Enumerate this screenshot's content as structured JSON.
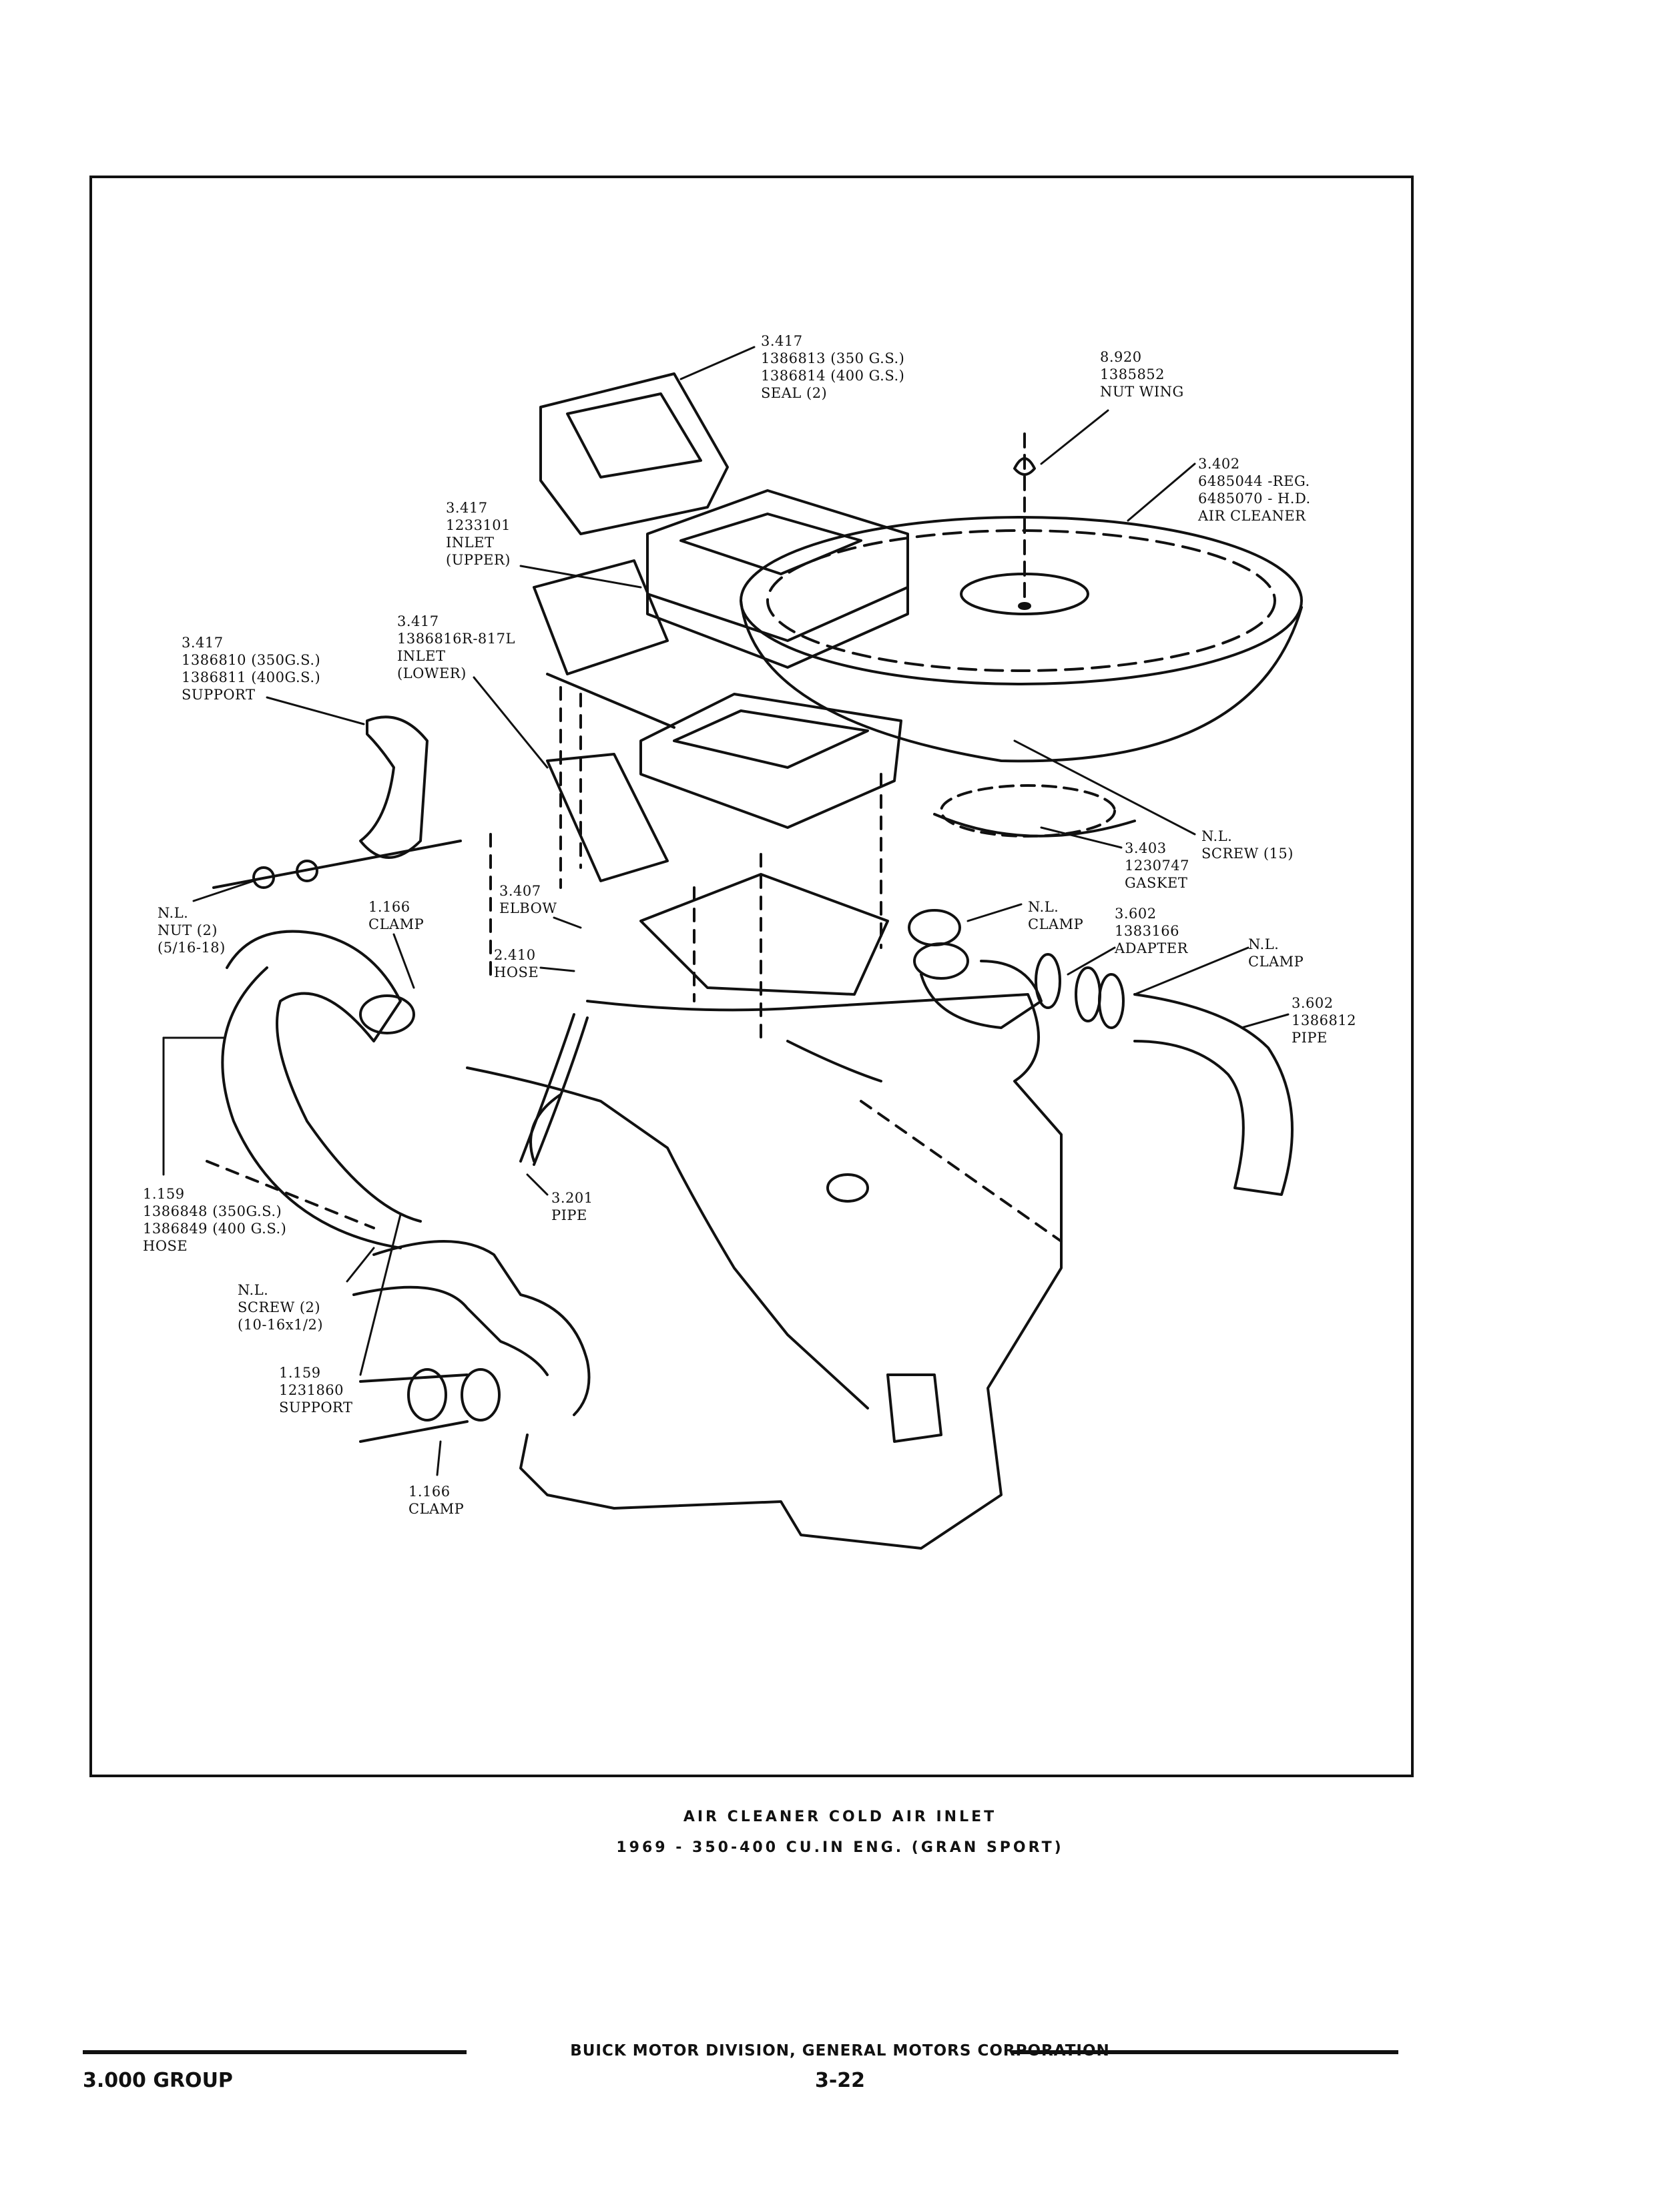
{
  "diagram": {
    "callouts": {
      "seal": [
        "3.417",
        "1386813 (350 G.S.)",
        "1386814 (400 G.S.)",
        "SEAL (2)"
      ],
      "nut_wing": [
        "8.920",
        "1385852",
        "NUT WING"
      ],
      "air_cleaner": [
        "3.402",
        "6485044 -REG.",
        "6485070 - H.D.",
        "AIR CLEANER"
      ],
      "inlet_upper": [
        "3.417",
        "1233101",
        "INLET",
        "(UPPER)"
      ],
      "inlet_lower": [
        "3.417",
        "1386816R-817L",
        "INLET",
        "(LOWER)"
      ],
      "support_top": [
        "3.417",
        "1386810 (350G.S.)",
        "1386811 (400G.S.)",
        "SUPPORT"
      ],
      "screw_15": [
        "N.L.",
        "SCREW (15)"
      ],
      "gasket": [
        "3.403",
        "1230747",
        "GASKET"
      ],
      "nut_2": [
        "N.L.",
        "NUT (2)",
        "(5/16-18)"
      ],
      "clamp_1166_top": [
        "1.166",
        "CLAMP"
      ],
      "elbow": [
        "3.407",
        "ELBOW"
      ],
      "hose_2410": [
        "2.410",
        "HOSE"
      ],
      "clamp_nl_mid": [
        "N.L.",
        "CLAMP"
      ],
      "adapter": [
        "3.602",
        "1383166",
        "ADAPTER"
      ],
      "clamp_nl_right": [
        "N.L.",
        "CLAMP"
      ],
      "pipe_3602": [
        "3.602",
        "1386812",
        "PIPE"
      ],
      "hose_1159": [
        "1.159",
        "1386848 (350G.S.)",
        "1386849 (400 G.S.)",
        "HOSE"
      ],
      "pipe_3201": [
        "3.201",
        "PIPE"
      ],
      "screw_2": [
        "N.L.",
        "SCREW (2)",
        "(10-16x1/2)"
      ],
      "support_bottom": [
        "1.159",
        "1231860",
        "SUPPORT"
      ],
      "clamp_1166_bottom": [
        "1.166",
        "CLAMP"
      ]
    }
  },
  "caption": {
    "line1": "AIR CLEANER COLD AIR INLET",
    "line2": "1969 - 350-400 CU.IN ENG. (GRAN SPORT)"
  },
  "footer": {
    "publisher": "BUICK MOTOR DIVISION, GENERAL MOTORS CORPORATION",
    "group": "3.000 GROUP",
    "page": "3-22"
  }
}
